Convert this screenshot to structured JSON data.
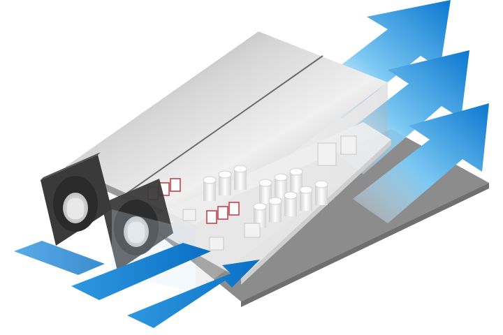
{
  "illustration": {
    "subject": "power-supply-forced-air-cooling",
    "colors": {
      "airflow_light": "#e6f4fd",
      "airflow_mid": "#4db3ee",
      "airflow_dark": "#0a73c9",
      "housing_light": "#e4e4e4",
      "housing_dark": "#8a8a8a",
      "fan_frame": "#3a3a3a",
      "base_plate": "#8c8c8c",
      "pcb": "#f0f0f0",
      "component": "#ffffff",
      "relay_accent": "#c8333f"
    },
    "airflow_arrow_count": 6,
    "fan_count": 2,
    "icons": [
      "airflow-arrow-icon",
      "cooling-fan-icon",
      "capacitor-icon",
      "relay-icon",
      "transformer-icon"
    ]
  }
}
